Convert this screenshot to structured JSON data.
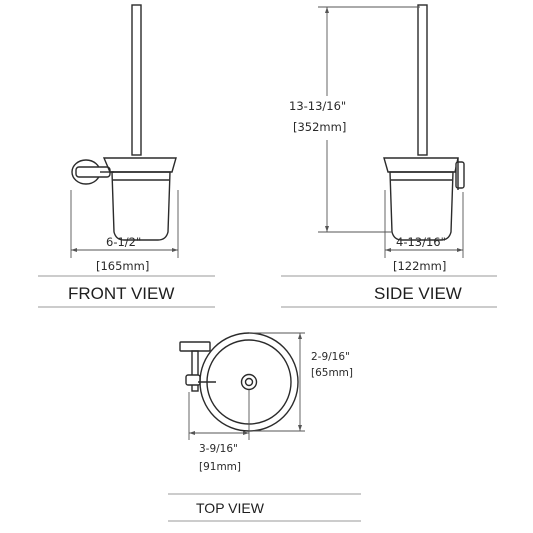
{
  "views": {
    "front": {
      "title": "FRONT VIEW",
      "width_fraction": "6-1/2\"",
      "width_metric": "[165mm]"
    },
    "side": {
      "title": "SIDE VIEW",
      "height_fraction": "13-13/16\"",
      "height_metric": "[352mm]",
      "depth_fraction": "4-13/16\"",
      "depth_metric": "[122mm]"
    },
    "top": {
      "title": "TOP VIEW",
      "projection_fraction": "2-9/16\"",
      "projection_metric": "[65mm]",
      "offset_fraction": "3-9/16\"",
      "offset_metric": "[91mm]"
    }
  },
  "colors": {
    "line": "#2b2b2b",
    "rule": "#9a9a9a",
    "background": "#ffffff"
  }
}
